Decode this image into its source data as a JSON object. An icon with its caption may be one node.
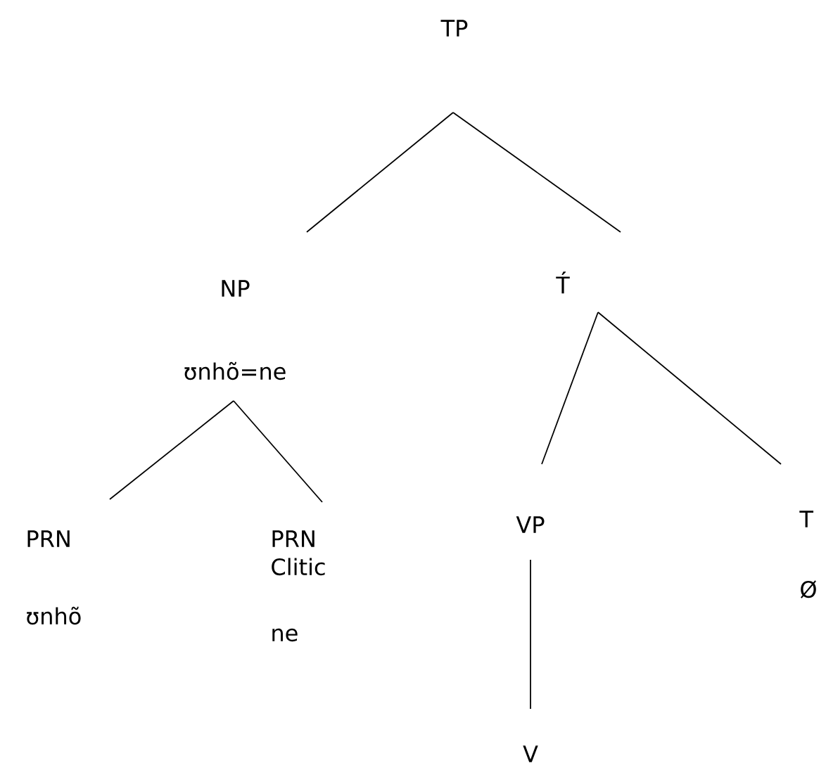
{
  "diagram": {
    "nodes": [
      {
        "text": [
          "TP"
        ]
      },
      {
        "text": [
          "NP",
          "ʊnhõ=ne"
        ]
      },
      {
        "text": [
          "T́"
        ]
      },
      {
        "text": [
          "PRN",
          "ʊnhõ"
        ]
      },
      {
        "text": [
          "PRN Clitic",
          "ne"
        ]
      },
      {
        "text": [
          "VP"
        ]
      },
      {
        "text": [
          "T",
          "Ø"
        ]
      },
      {
        "text": [
          "V"
        ]
      }
    ],
    "edges": [
      {
        "from": 0,
        "to": 1,
        "arrow": "none"
      },
      {
        "from": 0,
        "to": 2,
        "arrow": "none"
      },
      {
        "from": 1,
        "to": 3,
        "arrow": "none"
      },
      {
        "from": 1,
        "to": 4,
        "arrow": "none"
      },
      {
        "from": 2,
        "to": 5,
        "arrow": "none"
      },
      {
        "from": 2,
        "to": 6,
        "arrow": "none"
      },
      {
        "from": 5,
        "to": 7,
        "arrow": "none"
      }
    ]
  }
}
